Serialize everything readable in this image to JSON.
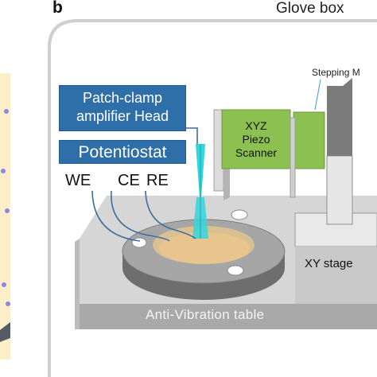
{
  "panel_letter": "b",
  "glove_box_label": "Glove box",
  "stepping_motor_label": "Stepping M",
  "patch_clamp_label_line1": "Patch-clamp",
  "patch_clamp_label_line2": "amplifier Head",
  "potentiostat_label": "Potentiostat",
  "electrodes": {
    "we": "WE",
    "ce": "CE",
    "re": "RE"
  },
  "piezo_label_line1": "XYZ",
  "piezo_label_line2": "Piezo",
  "piezo_label_line3": "Scanner",
  "xy_stage_label": "XY stage",
  "table_label": "Anti-Vibration table",
  "colors": {
    "instrument_blue": "#2f6fa9",
    "scanner_green": "#8cc152",
    "probe_cyan": "#33d6dd",
    "sample_tan": "#e8c58c",
    "left_panel_bg": "#fbeec8"
  }
}
